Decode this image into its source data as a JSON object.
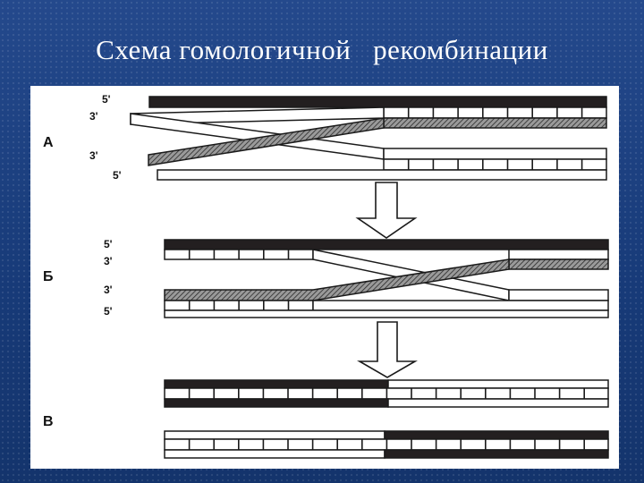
{
  "title": "Схема гомологичной   рекомбинации",
  "diagram": {
    "stages": [
      {
        "label": "А",
        "ends": [
          "5'",
          "3'",
          "3'",
          "5'"
        ]
      },
      {
        "label": "Б",
        "ends": [
          "5'",
          "3'",
          "3'",
          "5'"
        ]
      },
      {
        "label": "В",
        "ends": []
      }
    ],
    "colors": {
      "dark_strand": "#231f20",
      "hatched_strand": "#7a7a7a",
      "light_strand": "#ffffff",
      "outline": "#1a1a1a",
      "arrow": "#ffffff"
    }
  }
}
